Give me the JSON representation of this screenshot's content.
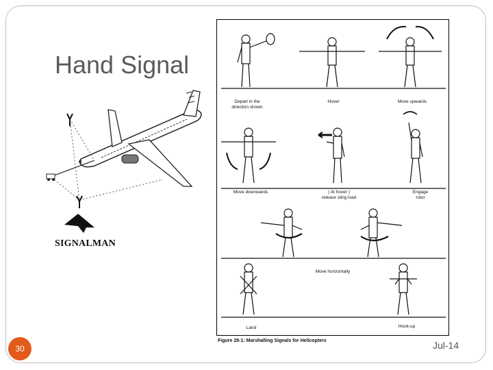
{
  "slide": {
    "title": "Hand Signal",
    "left_label": "SIGNALMAN",
    "page_number": "30",
    "date": "Jul-14"
  },
  "figure": {
    "caption": "Figure 28-1: Marshalling Signals for Helicopters",
    "signals": [
      {
        "id": "depart",
        "label": "Depart in the\ndirection shown"
      },
      {
        "id": "hover",
        "label": "Hover"
      },
      {
        "id": "move-up",
        "label": "Move upwards"
      },
      {
        "id": "move-down",
        "label": "Move downwards"
      },
      {
        "id": "release-sling",
        "label": "( At hover )\nrelease sling load"
      },
      {
        "id": "engage-rotor",
        "label": "Engage\nrotor"
      },
      {
        "id": "move-horiz",
        "label": "Move horizontally"
      },
      {
        "id": "land",
        "label": "Land"
      },
      {
        "id": "hook-up",
        "label": "Hook-up"
      }
    ]
  }
}
